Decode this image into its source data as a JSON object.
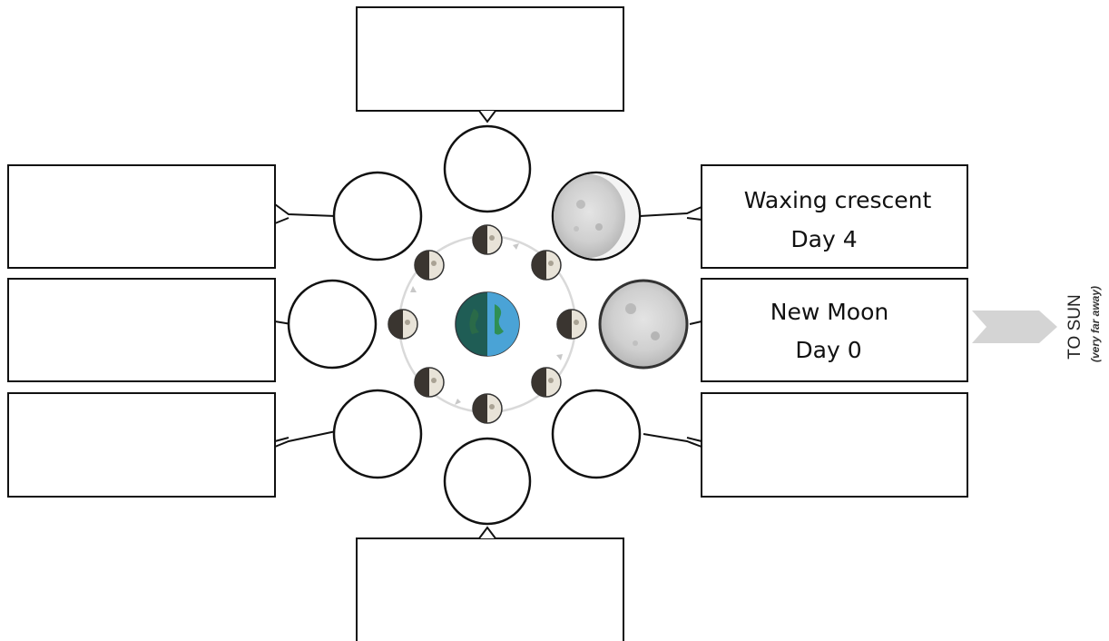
{
  "labels": {
    "waxing_crescent": {
      "phase": "Waxing crescent",
      "day": "Day 4"
    },
    "new_moon": {
      "phase": "New Moon",
      "day": "Day 0"
    }
  },
  "sun": {
    "label": "TO SUN",
    "sublabel": "(very far away)"
  },
  "colors": {
    "stroke": "#111111",
    "moon_gray": "#c9c9c9",
    "earth_green": "#1f6f4a",
    "earth_blue": "#4aa3d6",
    "arrow": "#d4d4d4"
  }
}
